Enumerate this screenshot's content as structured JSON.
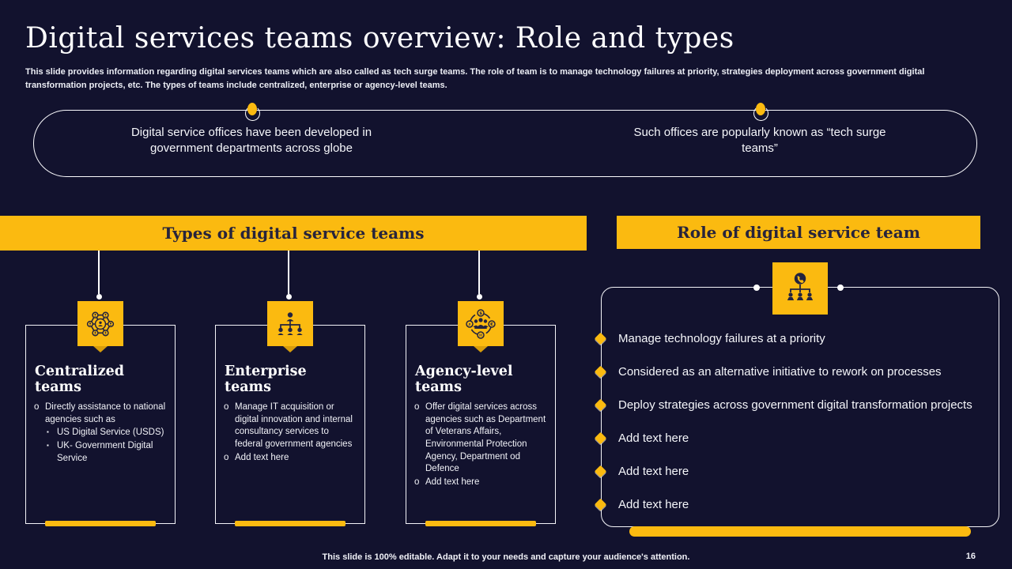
{
  "slide": {
    "title": "Digital services teams overview: Role and types",
    "subtitle": "This slide provides information regarding digital services teams which are also called as tech surge teams. The role of team is to manage technology failures at priority, strategies deployment across government digital transformation projects,  etc. The types of teams include centralized, enterprise or agency-level teams.",
    "footer": "This slide is 100% editable. Adapt it to your needs and capture your audience's attention.",
    "page_number": "16"
  },
  "callouts": [
    {
      "text": "Digital service offices have been developed in government departments across globe"
    },
    {
      "text": "Such offices are popularly known as “tech surge teams”"
    }
  ],
  "sections": {
    "types_header": "Types of digital service teams",
    "role_header": "Role of digital service team"
  },
  "bullet_markers": {
    "level1": "o",
    "level2": "▪"
  },
  "icons": {
    "card1": "network-team-icon",
    "card2": "org-chart-icon",
    "card3": "agency-group-icon",
    "role": "phone-hierarchy-icon"
  },
  "type_cards": [
    {
      "title": "Centralized teams",
      "bullets": [
        {
          "text": "Directly assistance to national agencies such as",
          "sub": [
            "US Digital Service (USDS)",
            "UK- Government Digital Service"
          ]
        }
      ]
    },
    {
      "title": "Enterprise teams",
      "bullets": [
        {
          "text": "Manage IT acquisition or digital innovation  and internal consultancy services to federal government  agencies",
          "sub": []
        },
        {
          "text": "Add text here",
          "sub": []
        }
      ]
    },
    {
      "title": "Agency-level teams",
      "bullets": [
        {
          "text": "Offer digital services across agencies such as Department of Veterans Affairs, Environmental Protection Agency, Department od Defence",
          "sub": []
        },
        {
          "text": "Add text here",
          "sub": []
        }
      ]
    }
  ],
  "role_items": [
    "Manage technology failures at a priority",
    "Considered as an alternative initiative to rework on processes",
    "Deploy strategies across government digital transformation projects",
    "Add text here",
    "Add text here",
    "Add text here"
  ],
  "colors": {
    "background": "#12122e",
    "accent_yellow": "#fbba10",
    "accent_yellow_dark": "#d89d0b",
    "text": "#ffffff",
    "banner_text": "#27243c"
  }
}
